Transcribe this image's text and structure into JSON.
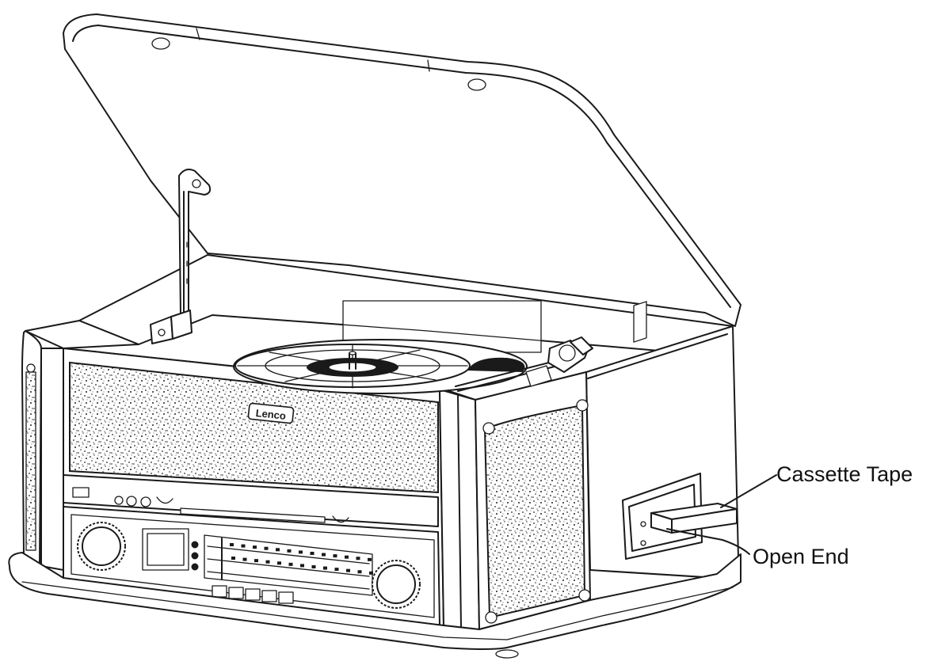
{
  "callouts": {
    "cassette_tape": "Cassette Tape",
    "open_end": "Open End"
  },
  "device": {
    "brand_plate": "Lenco"
  },
  "colors": {
    "line": "#1a1a1a",
    "background": "#ffffff"
  }
}
